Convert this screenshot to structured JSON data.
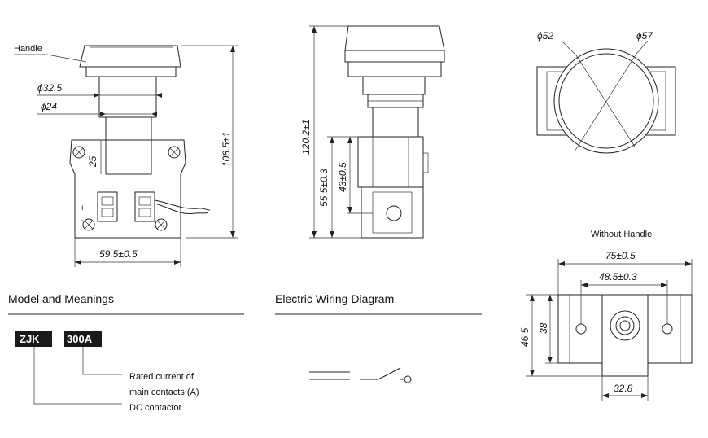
{
  "front_view": {
    "handle_label": "Handle",
    "dia_outer": "ϕ32.5",
    "dia_inner": "ϕ24",
    "height_25": "25",
    "height_total": "108.5±1",
    "width_base": "59.5±0.5",
    "plus": "+",
    "minus": "-"
  },
  "side_view": {
    "height_total": "120.2±1",
    "height_55": "55.5±0.3",
    "height_43": "43±0.5"
  },
  "top_view": {
    "dia_52": "ϕ52",
    "dia_57": "ϕ57"
  },
  "without_handle": {
    "title": "Without Handle",
    "width_75": "75±0.5",
    "width_48": "48.5±0.3",
    "height_46": "46.5",
    "height_38": "38",
    "width_32": "32.8"
  },
  "model": {
    "heading": "Model and Meanings",
    "code_1": "ZJK",
    "code_2": "300A",
    "meaning_current_1": "Rated current of",
    "meaning_current_2": "main contacts (A)",
    "meaning_dc": "DC contactor"
  },
  "wiring": {
    "heading": "Electric Wiring Diagram"
  }
}
